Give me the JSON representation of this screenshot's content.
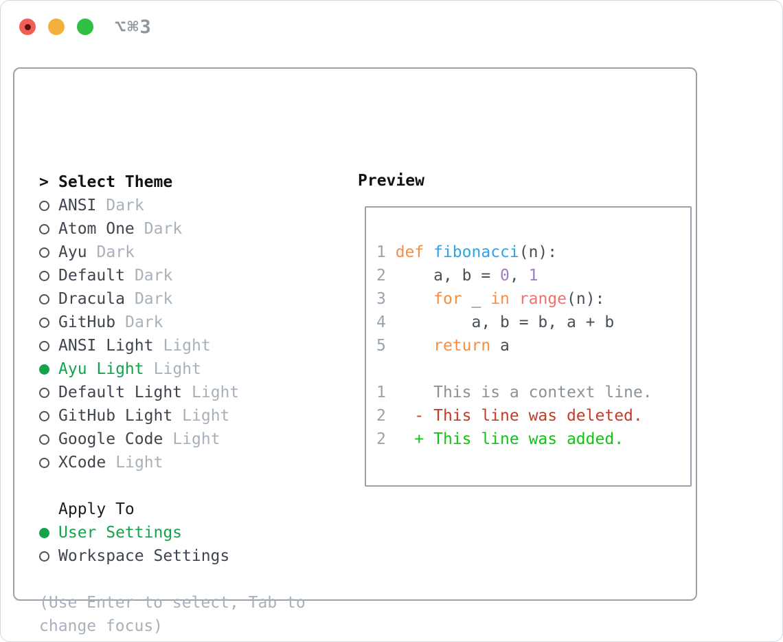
{
  "titlebar": {
    "shortcut_label": "⌥⌘3",
    "traffic_lights": [
      "close",
      "minimize",
      "zoom"
    ]
  },
  "theme_menu": {
    "prompt": ">",
    "title": "Select Theme",
    "items": [
      {
        "label": "ANSI",
        "variant": "Dark",
        "selected": false
      },
      {
        "label": "Atom One",
        "variant": "Dark",
        "selected": false
      },
      {
        "label": "Ayu",
        "variant": "Dark",
        "selected": false
      },
      {
        "label": "Default",
        "variant": "Dark",
        "selected": false
      },
      {
        "label": "Dracula",
        "variant": "Dark",
        "selected": false
      },
      {
        "label": "GitHub",
        "variant": "Dark",
        "selected": false
      },
      {
        "label": "ANSI Light",
        "variant": "Light",
        "selected": false
      },
      {
        "label": "Ayu Light",
        "variant": "Light",
        "selected": true
      },
      {
        "label": "Default Light",
        "variant": "Light",
        "selected": false
      },
      {
        "label": "GitHub Light",
        "variant": "Light",
        "selected": false
      },
      {
        "label": "Google Code",
        "variant": "Light",
        "selected": false
      },
      {
        "label": "XCode",
        "variant": "Light",
        "selected": false
      }
    ]
  },
  "apply_to": {
    "title": "Apply To",
    "options": [
      {
        "label": "User Settings",
        "selected": true
      },
      {
        "label": "Workspace Settings",
        "selected": false
      }
    ]
  },
  "hint_lines": [
    "(Use Enter to select, Tab to",
    "change focus)"
  ],
  "preview": {
    "title": "Preview",
    "code_lines": [
      {
        "tokens": [
          {
            "t": "1 ",
            "c": "lineno"
          },
          {
            "t": "def",
            "c": "keyword"
          },
          {
            "t": " ",
            "c": "plain"
          },
          {
            "t": "fibonacci",
            "c": "function"
          },
          {
            "t": "(n):",
            "c": "plain"
          }
        ]
      },
      {
        "tokens": [
          {
            "t": "2 ",
            "c": "lineno"
          },
          {
            "t": "    a, b = ",
            "c": "plain"
          },
          {
            "t": "0",
            "c": "number"
          },
          {
            "t": ", ",
            "c": "plain"
          },
          {
            "t": "1",
            "c": "number"
          }
        ]
      },
      {
        "tokens": [
          {
            "t": "3 ",
            "c": "lineno"
          },
          {
            "t": "    ",
            "c": "plain"
          },
          {
            "t": "for",
            "c": "keyword"
          },
          {
            "t": " _ ",
            "c": "plain"
          },
          {
            "t": "in",
            "c": "keyword"
          },
          {
            "t": " ",
            "c": "plain"
          },
          {
            "t": "range",
            "c": "builtin"
          },
          {
            "t": "(n):",
            "c": "plain"
          }
        ]
      },
      {
        "tokens": [
          {
            "t": "4 ",
            "c": "lineno"
          },
          {
            "t": "        a, b = b, a + b",
            "c": "plain"
          }
        ]
      },
      {
        "tokens": [
          {
            "t": "5 ",
            "c": "lineno"
          },
          {
            "t": "    ",
            "c": "plain"
          },
          {
            "t": "return",
            "c": "keyword"
          },
          {
            "t": " a",
            "c": "plain"
          }
        ]
      },
      {
        "tokens": []
      },
      {
        "tokens": [
          {
            "t": "1",
            "c": "lineno"
          },
          {
            "t": "     ",
            "c": "plain"
          },
          {
            "t": "This is a context line.",
            "c": "context"
          }
        ]
      },
      {
        "tokens": [
          {
            "t": "2",
            "c": "lineno"
          },
          {
            "t": "   ",
            "c": "plain"
          },
          {
            "t": "- This line was deleted.",
            "c": "deleted"
          }
        ]
      },
      {
        "tokens": [
          {
            "t": "2",
            "c": "lineno"
          },
          {
            "t": "   ",
            "c": "plain"
          },
          {
            "t": "+ This line was added.",
            "c": "added"
          }
        ]
      }
    ]
  },
  "colors": {
    "accent_green": "#13a44b",
    "keyword": "#fa8d3e",
    "function": "#2fa2e8",
    "number": "#a37acc",
    "builtin": "#f07171",
    "plain": "#484f58",
    "lineno": "#9aa3ad",
    "context": "#8a9299",
    "deleted": "#c43b28",
    "added": "#10c414"
  }
}
